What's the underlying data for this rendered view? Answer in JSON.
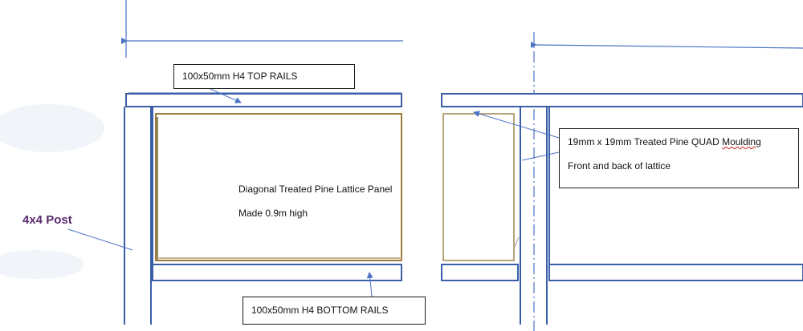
{
  "labels": {
    "top_rails": "100x50mm H4 TOP RAILS",
    "bottom_rails": "100x50mm H4 BOTTOM RAILS",
    "quad_line1_pre": "19mm x 19mm Treated Pine QUAD ",
    "quad_line1_word": "Moulding",
    "quad_line2": "Front and back of lattice",
    "panel_title": "Diagonal Treated Pine Lattice Panel",
    "panel_height": "Made 0.9m high",
    "post": "4x4 Post"
  },
  "colors": {
    "frame_blue": "#3a5fa8",
    "arrow_blue": "#4a73c4",
    "panel_edge": "#a07a3a",
    "post_label": "#5a2a6e",
    "spellcheck": "#d02020"
  }
}
